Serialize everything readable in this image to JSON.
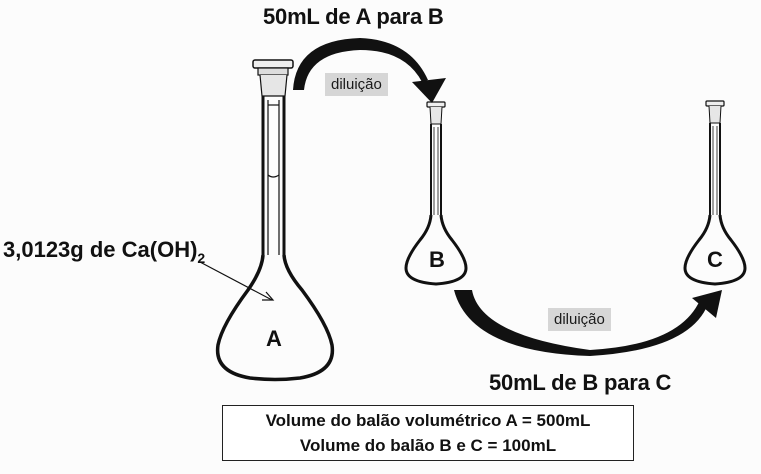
{
  "arrows": {
    "a_to_b": {
      "label": "50mL de A para B",
      "tag": "diluição"
    },
    "b_to_c": {
      "label": "50mL de B para C",
      "tag": "diluição"
    }
  },
  "flasks": [
    {
      "id": "A",
      "label": "A"
    },
    {
      "id": "B",
      "label": "B"
    },
    {
      "id": "C",
      "label": "C"
    }
  ],
  "solute": {
    "text": "3,0123g de Ca(OH)",
    "subscript": "2"
  },
  "info_box": {
    "line1": "Volume do balão volumétrico A = 500mL",
    "line2": "Volume do balão B e C = 100mL"
  },
  "colors": {
    "tag_bg": "#d6d6d6",
    "ink": "#111111",
    "background": "#fcfcfc"
  }
}
